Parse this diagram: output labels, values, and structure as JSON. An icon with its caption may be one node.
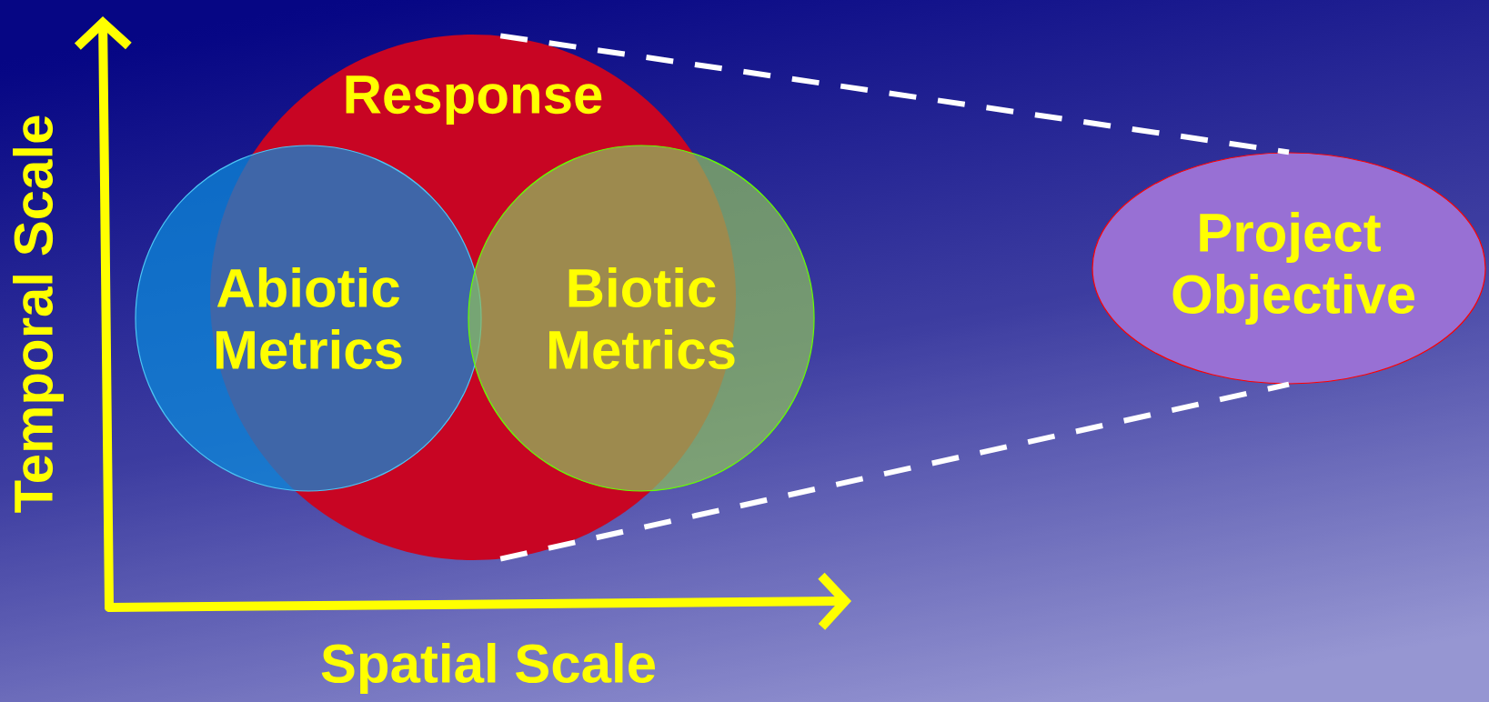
{
  "diagram": {
    "nodes": [
      {
        "text": [
          "Response"
        ]
      },
      {
        "text": [
          "Abiotic Metrics"
        ]
      },
      {
        "text": [
          "Biotic Metrics"
        ]
      },
      {
        "text": [
          "Project Objective"
        ]
      }
    ],
    "edges": [
      {
        "from": 0,
        "to": 3,
        "arrow": "none",
        "style": "dashed"
      },
      {
        "from": 0,
        "to": 3,
        "arrow": "none",
        "style": "dashed"
      }
    ],
    "labels": [
      "Temporal Scale",
      "Spatial Scale"
    ]
  }
}
